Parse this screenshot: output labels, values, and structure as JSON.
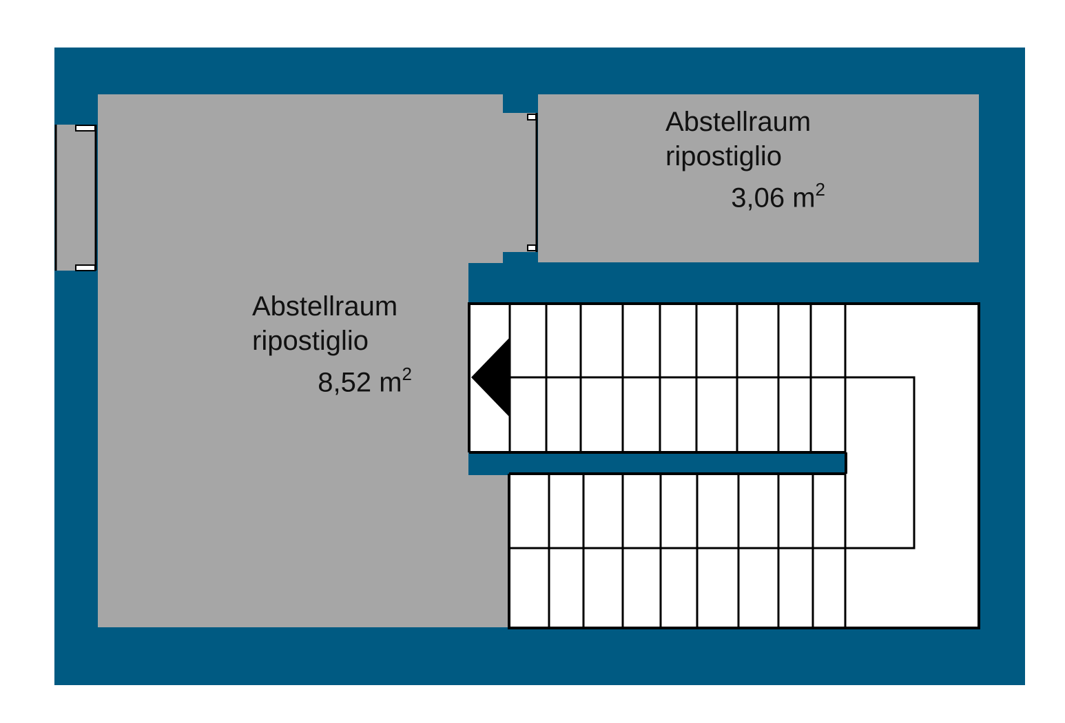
{
  "colors": {
    "wall": "#005a82",
    "room": "#a6a6a6",
    "stairs": "#ffffff",
    "line": "#000000",
    "background": "#ffffff"
  },
  "rooms": [
    {
      "name_de": "Abstellraum",
      "name_it": "ripostiglio",
      "area": "8,52 m",
      "area_unit_exp": "2"
    },
    {
      "name_de": "Abstellraum",
      "name_it": "ripostiglio",
      "area": "3,06 m",
      "area_unit_exp": "2"
    }
  ],
  "stairs": {
    "direction_arrow": "arrow-left-icon"
  }
}
